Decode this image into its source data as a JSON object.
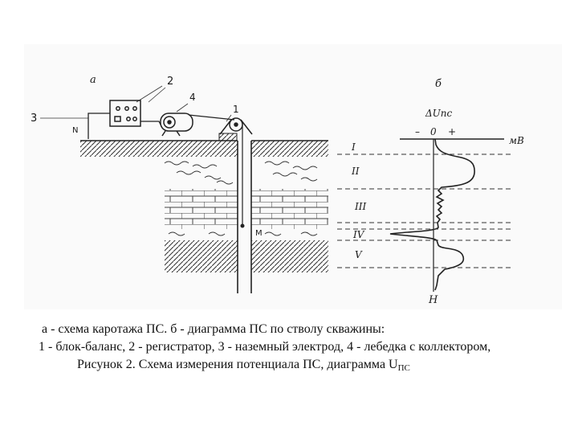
{
  "diagram": {
    "panel_a_label": "а",
    "panel_b_label": "б",
    "callouts": {
      "n2": "2",
      "n3": "3",
      "n4": "4",
      "n1": "1"
    },
    "ground_electrode_label": "N",
    "downhole_electrode_label": "М",
    "axis_label": "ΔUпс",
    "axis_zero": "0",
    "axis_minus": "–",
    "axis_plus": "+",
    "axis_unit": "мВ",
    "axis_end": "Н",
    "layers": [
      "I",
      "II",
      "III",
      "IV",
      "V"
    ]
  },
  "caption": {
    "line1": "а - схема каротажа ПС. б - диаграмма ПС по стволу скважины:",
    "line2": "1 - блок-баланс, 2 - регистратор, 3 - наземный электрод, 4 - лебедка с коллектором,",
    "line3": "Рисунок 2. Схема измерения потенциала ПС, диаграмма U",
    "line3_sub": "ПС"
  }
}
